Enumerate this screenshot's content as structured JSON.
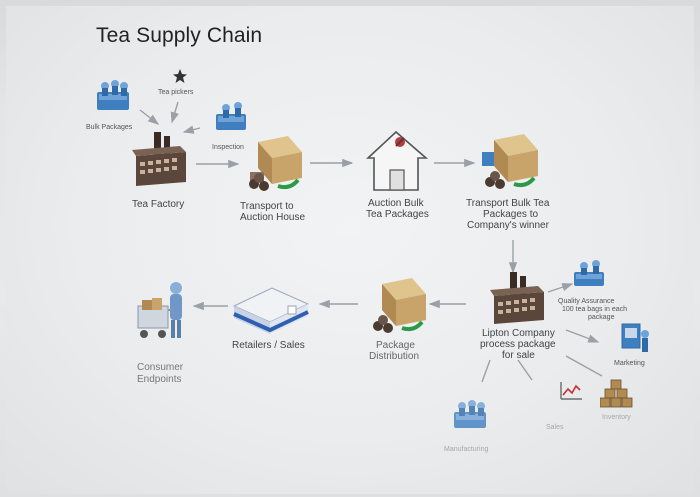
{
  "title": "Tea Supply Chain",
  "labels": {
    "tea_pickers": "Tea pickers",
    "bulk_packages": "Bulk Packages",
    "inspection": "Inspection",
    "tea_factory": "Tea Factory",
    "transport_auction_1": "Transport to",
    "transport_auction_2": "Auction House",
    "auction_bulk_1": "Auction Bulk",
    "auction_bulk_2": "Tea Packages",
    "transport_bulk_1": "Transport Bulk Tea",
    "transport_bulk_2": "Packages to",
    "transport_bulk_3": "Company's winner",
    "lipton_1": "Lipton Company",
    "lipton_2": "process package",
    "lipton_3": "for sale",
    "quality_1": "Quality Assurance",
    "quality_2": "100 tea bags in each",
    "quality_3": "package",
    "marketing": "Marketing",
    "inventory": "Inventory",
    "sales": "Sales",
    "manufacturing": "Manufacturing",
    "package_dist_1": "Package",
    "package_dist_2": "Distribution",
    "retailers": "Retailers / Sales",
    "consumer_1": "Consumer",
    "consumer_2": "Endpoints"
  },
  "colors": {
    "arrow": "#9aa0a6",
    "factory_dark": "#4a3a30",
    "box_tan": "#c8a46a",
    "blue_people": "#3f7fc0",
    "slide_bg": "#eeeff1"
  }
}
